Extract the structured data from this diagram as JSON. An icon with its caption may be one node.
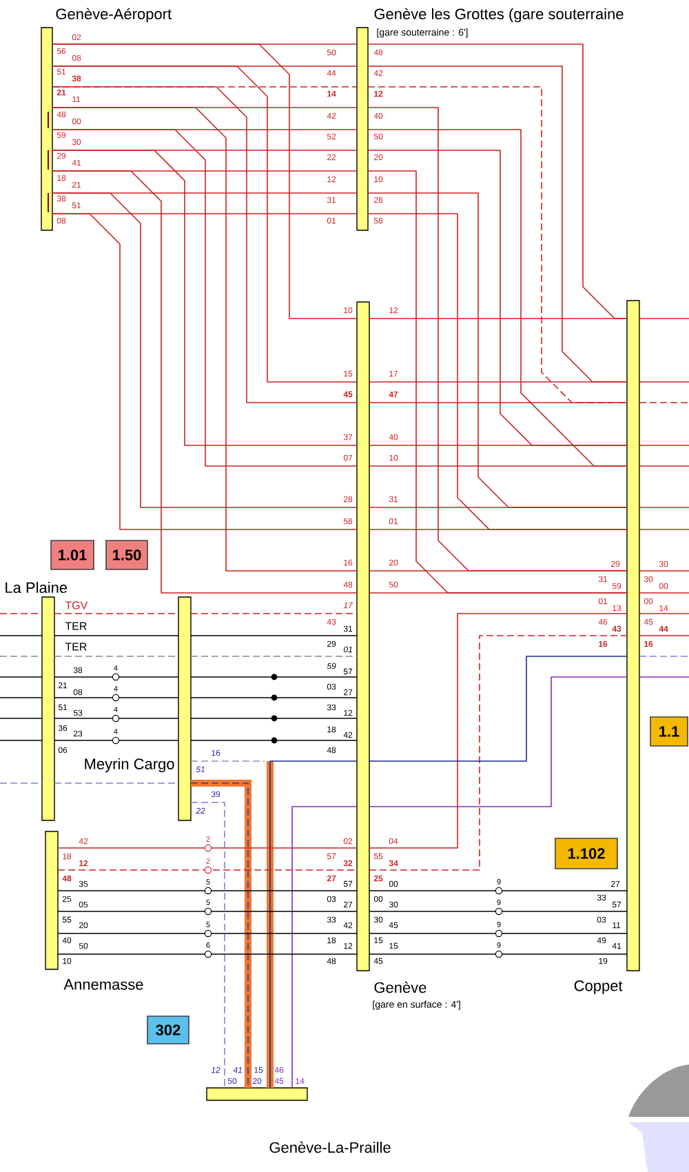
{
  "diagram": {
    "nodes": [
      {
        "text": [
          "Genève-Aéroport"
        ],
        "beside": [
          "02",
          "56",
          "08",
          "51",
          "38",
          "21",
          "11",
          "48",
          "00",
          "59",
          "30",
          "29",
          "41",
          "18",
          "21",
          "38",
          "51",
          "08"
        ]
      },
      {
        "text": [
          "Genève les Grottes (gare souterraine",
          "[gare souterraine : 6']"
        ],
        "beside": [
          "50",
          "48",
          "44",
          "42",
          "14",
          "12",
          "42",
          "40",
          "52",
          "50",
          "22",
          "20",
          "12",
          "10",
          "31",
          "28",
          "01",
          "58"
        ]
      },
      {
        "text": [
          "Genève",
          "[gare en surface : 4']"
        ],
        "beside": [
          "10",
          "12",
          "15",
          "17",
          "45",
          "47",
          "37",
          "40",
          "07",
          "10",
          "28",
          "31",
          "58",
          "01",
          "16",
          "20",
          "48",
          "50",
          "17",
          "43",
          "31",
          "29",
          "01",
          "59",
          "57",
          "03",
          "27",
          "33",
          "12",
          "18",
          "42",
          "48",
          "02",
          "04",
          "57",
          "32",
          "55",
          "34",
          "27",
          "57",
          "25",
          "00",
          "03",
          "27",
          "00",
          "30",
          "33",
          "42",
          "30",
          "45",
          "18",
          "12",
          "15",
          "15",
          "48",
          "45"
        ]
      },
      {
        "text": [
          "Coppet"
        ],
        "beside": [
          "29",
          "30",
          "31",
          "59",
          "30",
          "00",
          "01",
          "13",
          "00",
          "14",
          "46",
          "43",
          "45",
          "44",
          "16",
          "16",
          "27",
          "33",
          "57",
          "03",
          "11",
          "49",
          "41",
          "19"
        ]
      },
      {
        "text": [
          "1.01"
        ]
      },
      {
        "text": [
          "1.50"
        ]
      },
      {
        "text": [
          "La Plaine"
        ],
        "beside": [
          "38",
          "21",
          "08",
          "51",
          "53",
          "36",
          "23",
          "06"
        ]
      },
      {
        "text": [
          "Meyrin Cargo"
        ],
        "beside": [
          "16",
          "51",
          "39",
          "22"
        ]
      },
      {
        "text": [
          "1.1"
        ]
      },
      {
        "text": [
          "Annemasse"
        ],
        "beside": [
          "42",
          "18",
          "12",
          "48",
          "35",
          "25",
          "05",
          "55",
          "20",
          "40",
          "50",
          "10"
        ]
      },
      {
        "text": [
          "1.102"
        ]
      },
      {
        "text": [
          "302"
        ]
      },
      {
        "text": [
          "Genève-La-Praille"
        ],
        "beside": [
          "12",
          "41",
          "15",
          "46",
          "50",
          "20",
          "45",
          "14"
        ]
      }
    ],
    "edges": [
      {
        "from": 0,
        "to": 1,
        "arrow": "none"
      },
      {
        "from": 0,
        "to": 1,
        "arrow": "none"
      },
      {
        "from": 0,
        "to": 1,
        "arrow": "none",
        "style": "dashed"
      },
      {
        "from": 0,
        "to": 1,
        "arrow": "none"
      },
      {
        "from": 0,
        "to": 1,
        "arrow": "none"
      },
      {
        "from": 0,
        "to": 1,
        "arrow": "none"
      },
      {
        "from": 0,
        "to": 1,
        "arrow": "none"
      },
      {
        "from": 0,
        "to": 1,
        "arrow": "none"
      },
      {
        "from": 0,
        "to": 1,
        "arrow": "none"
      },
      {
        "from": 0,
        "to": 2,
        "arrow": "none"
      },
      {
        "from": 0,
        "to": 2,
        "arrow": "none"
      },
      {
        "from": 0,
        "to": 2,
        "arrow": "none"
      },
      {
        "from": 0,
        "to": 2,
        "arrow": "none"
      },
      {
        "from": 0,
        "to": 2,
        "arrow": "none"
      },
      {
        "from": 0,
        "to": 2,
        "arrow": "none"
      },
      {
        "from": 0,
        "to": 2,
        "arrow": "none"
      },
      {
        "from": 0,
        "to": 2,
        "arrow": "none"
      },
      {
        "from": 0,
        "to": 2,
        "arrow": "none"
      },
      {
        "from": 1,
        "to": 3,
        "arrow": "none"
      },
      {
        "from": 1,
        "to": 3,
        "arrow": "none"
      },
      {
        "from": 1,
        "to": 3,
        "arrow": "none",
        "style": "dashed"
      },
      {
        "from": 1,
        "to": 3,
        "arrow": "none"
      },
      {
        "from": 1,
        "to": 3,
        "arrow": "none"
      },
      {
        "from": 1,
        "to": 3,
        "arrow": "none"
      },
      {
        "from": 1,
        "to": 3,
        "arrow": "none"
      },
      {
        "from": 1,
        "to": 3,
        "arrow": "none"
      },
      {
        "from": 1,
        "to": 3,
        "arrow": "none"
      },
      {
        "from": 2,
        "to": 3,
        "arrow": "none"
      },
      {
        "from": 2,
        "to": 3,
        "arrow": "none"
      },
      {
        "from": 2,
        "to": 3,
        "arrow": "none"
      },
      {
        "from": 2,
        "to": 3,
        "arrow": "none"
      },
      {
        "from": 2,
        "to": 3,
        "arrow": "none"
      },
      {
        "from": 2,
        "to": 3,
        "arrow": "none"
      },
      {
        "from": 2,
        "to": 3,
        "arrow": "none"
      },
      {
        "from": 2,
        "to": 3,
        "arrow": "none"
      },
      {
        "from": 2,
        "to": 3,
        "arrow": "none"
      },
      {
        "from": null,
        "to": 6,
        "arrow": "none",
        "style": "dashed"
      },
      {
        "from": null,
        "to": 6,
        "arrow": "none",
        "color": "#000000"
      },
      {
        "from": null,
        "to": 6,
        "arrow": "none",
        "style": "dashed",
        "color": "#888888"
      },
      {
        "from": null,
        "to": 6,
        "arrow": "none",
        "color": "#000000"
      },
      {
        "from": null,
        "to": 6,
        "arrow": "none",
        "color": "#000000"
      },
      {
        "from": null,
        "to": 6,
        "arrow": "none",
        "color": "#000000"
      },
      {
        "from": null,
        "to": 6,
        "arrow": "none",
        "color": "#000000"
      },
      {
        "from": null,
        "to": 6,
        "arrow": "none",
        "style": "dashed",
        "color": "#8080d8"
      },
      {
        "from": 6,
        "to": 7,
        "arrow": "none",
        "style": "dashed",
        "label": "TGV"
      },
      {
        "from": 6,
        "to": 7,
        "arrow": "none",
        "color": "#000000",
        "label": "TER"
      },
      {
        "from": 6,
        "to": 7,
        "arrow": "none",
        "style": "dashed",
        "color": "#888888",
        "label": "TER"
      },
      {
        "from": 6,
        "to": 7,
        "arrow": "none",
        "color": "#000000",
        "label": "4"
      },
      {
        "from": 6,
        "to": 7,
        "arrow": "none",
        "color": "#000000",
        "label": "4"
      },
      {
        "from": 6,
        "to": 7,
        "arrow": "none",
        "color": "#000000",
        "label": "4"
      },
      {
        "from": 6,
        "to": 7,
        "arrow": "none",
        "color": "#000000",
        "label": "4"
      },
      {
        "from": 6,
        "to": 7,
        "arrow": "none",
        "style": "dashed",
        "color": "#8080d8"
      },
      {
        "from": 7,
        "to": 2,
        "arrow": "none",
        "style": "dashed"
      },
      {
        "from": 7,
        "to": 2,
        "arrow": "none",
        "color": "#000000"
      },
      {
        "from": 7,
        "to": 2,
        "arrow": "none",
        "style": "dashed",
        "color": "#888888"
      },
      {
        "from": 7,
        "to": 2,
        "arrow": "none",
        "color": "#000000"
      },
      {
        "from": 7,
        "to": 2,
        "arrow": "none",
        "color": "#000000"
      },
      {
        "from": 7,
        "to": 2,
        "arrow": "none",
        "color": "#000000"
      },
      {
        "from": 7,
        "to": 2,
        "arrow": "none",
        "color": "#000000"
      },
      {
        "from": 7,
        "to": null,
        "arrow": "none",
        "style": "dashed",
        "color": "#9090c0"
      },
      {
        "from": 7,
        "to": 12,
        "arrow": "none",
        "style": "dashed",
        "color": "#3a3a9a"
      },
      {
        "from": 7,
        "to": 12,
        "arrow": "none",
        "style": "dashed",
        "color": "#8080d8"
      },
      {
        "from": 12,
        "to": 2,
        "arrow": "none",
        "color": "#1f2a8c"
      },
      {
        "from": 12,
        "to": 2,
        "arrow": "none",
        "color": "#8b2bbf"
      },
      {
        "from": 9,
        "to": 2,
        "arrow": "none",
        "label": "2"
      },
      {
        "from": 9,
        "to": 2,
        "arrow": "none",
        "style": "dashed",
        "label": "2"
      },
      {
        "from": 9,
        "to": 2,
        "arrow": "none",
        "color": "#000000",
        "label": "5"
      },
      {
        "from": 9,
        "to": 2,
        "arrow": "none",
        "color": "#000000",
        "label": "5"
      },
      {
        "from": 9,
        "to": 2,
        "arrow": "none",
        "color": "#000000",
        "label": "5"
      },
      {
        "from": 9,
        "to": 2,
        "arrow": "none",
        "color": "#000000",
        "label": "6"
      },
      {
        "from": 2,
        "to": 3,
        "arrow": "none"
      },
      {
        "from": 2,
        "to": 3,
        "arrow": "none",
        "style": "dashed"
      },
      {
        "from": 2,
        "to": 3,
        "arrow": "none",
        "color": "#1f2a8c"
      },
      {
        "from": 2,
        "to": 3,
        "arrow": "none",
        "color": "#8b2bbf"
      },
      {
        "from": 2,
        "to": 3,
        "arrow": "none",
        "color": "#000000",
        "label": "9"
      },
      {
        "from": 2,
        "to": 3,
        "arrow": "none",
        "color": "#000000",
        "label": "9"
      },
      {
        "from": 2,
        "to": 3,
        "arrow": "none",
        "color": "#000000",
        "label": "9"
      },
      {
        "from": 2,
        "to": 3,
        "arrow": "none",
        "color": "#000000",
        "label": "9"
      },
      {
        "from": 3,
        "to": null,
        "arrow": "none"
      },
      {
        "from": 3,
        "to": null,
        "arrow": "none"
      },
      {
        "from": 3,
        "to": null,
        "arrow": "none",
        "style": "dashed"
      },
      {
        "from": 3,
        "to": null,
        "arrow": "none"
      },
      {
        "from": 3,
        "to": null,
        "arrow": "none"
      },
      {
        "from": 3,
        "to": null,
        "arrow": "none"
      },
      {
        "from": 3,
        "to": null,
        "arrow": "none"
      },
      {
        "from": 3,
        "to": null,
        "arrow": "none"
      },
      {
        "from": 3,
        "to": null,
        "arrow": "none"
      },
      {
        "from": 3,
        "to": null,
        "arrow": "none"
      },
      {
        "from": 3,
        "to": null,
        "arrow": "none"
      },
      {
        "from": 3,
        "to": null,
        "arrow": "none",
        "style": "dashed",
        "color": "#8080d8"
      },
      {
        "from": 3,
        "to": null,
        "arrow": "none",
        "color": "#8b2bbf"
      }
    ]
  }
}
